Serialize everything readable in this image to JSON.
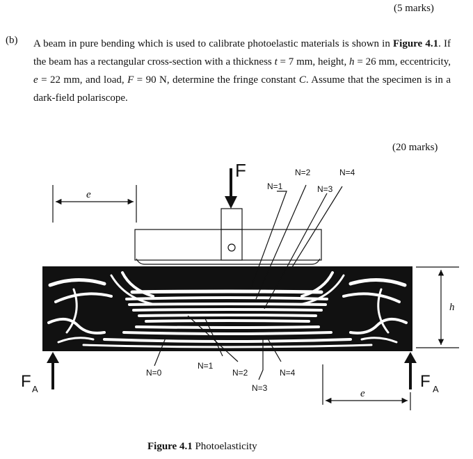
{
  "marks_top": "(5 marks)",
  "question": {
    "label": "(b)",
    "part1": "A beam in pure bending which is used to calibrate photoelastic materials is shown in ",
    "fig_ref": "Figure 4.1",
    "part2": ". If the beam has a rectangular cross-section with a thickness ",
    "t_sym": "t",
    "t_val": " = 7 mm, height, ",
    "h_sym": "h",
    "h_val": " = 26 mm, eccentricity, ",
    "e_sym": "e",
    "e_val": " = 22 mm, and load, ",
    "F_sym": "F",
    "F_val": " = 90 N, determine the fringe constant ",
    "C_sym": "C",
    "part3": ". Assume that the specimen is in a dark-field polariscope."
  },
  "marks_question": "(20 marks)",
  "figure": {
    "load_label": "F",
    "reaction_label": "F",
    "reaction_sub": "A",
    "eccentricity_label": "e",
    "height_label": "h",
    "pin_symbol": "O",
    "top_fringes": [
      "N=1",
      "N=2",
      "N=3",
      "N=4"
    ],
    "bottom_fringes": [
      "N=0",
      "N=1",
      "N=2",
      "N=3",
      "N=4"
    ]
  },
  "caption": {
    "label": "Figure 4.1",
    "text": "Photoelasticity"
  }
}
